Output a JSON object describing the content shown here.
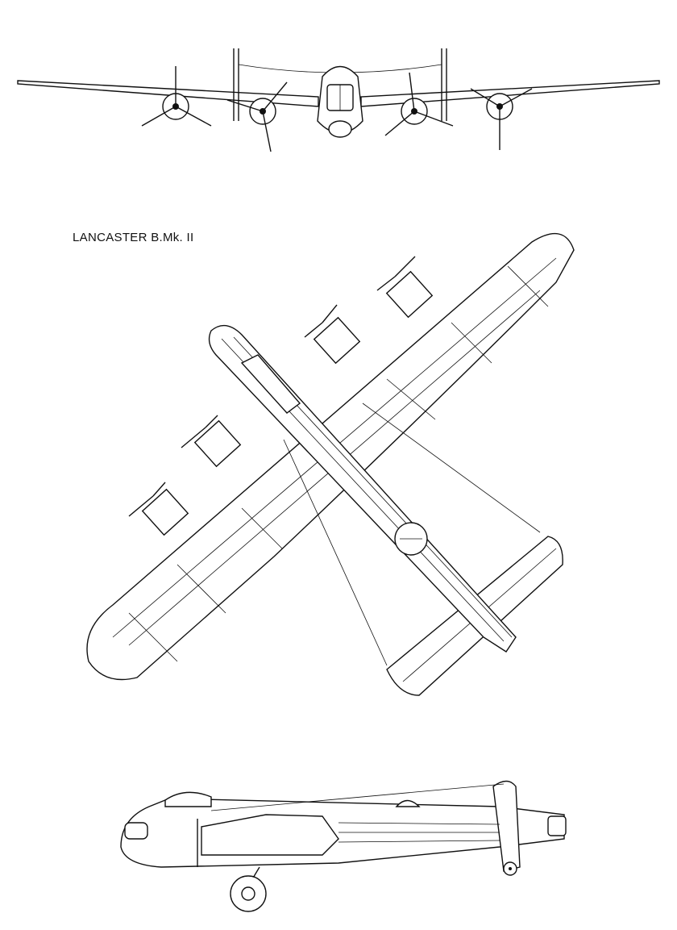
{
  "drawing": {
    "title": "LANCASTER B.Mk. II",
    "views": [
      "front-view",
      "plan-view",
      "side-view"
    ],
    "line_color": "#111111",
    "background": "#ffffff"
  }
}
